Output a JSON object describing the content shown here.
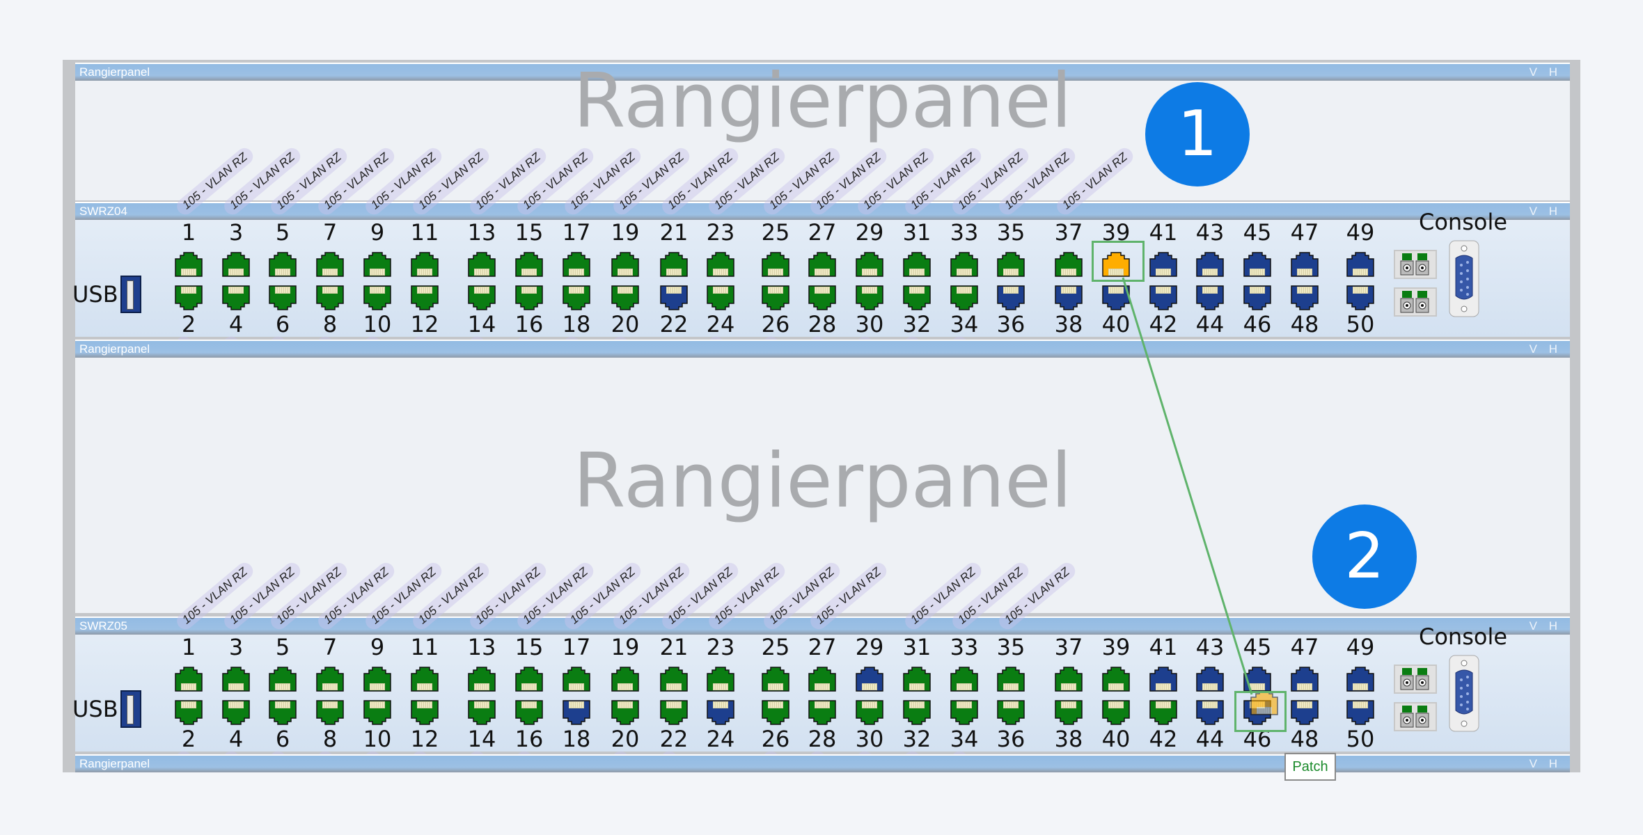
{
  "colors": {
    "green": "#0a7d12",
    "blue": "#1d3f8e",
    "orange": "#ffad00",
    "marker": "#0a78e6",
    "patch_line": "#5fb36b"
  },
  "panels": [
    {
      "kind": "patch",
      "title": "Rangierpanel",
      "watermark": "",
      "vh": "V H"
    },
    {
      "kind": "switch",
      "title": "SWRZ04",
      "vh": "V H"
    },
    {
      "kind": "patch",
      "title": "Rangierpanel",
      "watermark": "Rangierpanel",
      "vh": "V H"
    },
    {
      "kind": "switch",
      "title": "SWRZ05",
      "vh": "V H"
    },
    {
      "kind": "patch",
      "title": "Rangierpanel",
      "watermark": "",
      "vh": "V H"
    }
  ],
  "watermark_top": "Rangierpanel",
  "switches": [
    {
      "title": "SWRZ04",
      "usb_label": "USB",
      "console_label": "Console",
      "top_numbers": [
        1,
        3,
        5,
        7,
        9,
        11,
        13,
        15,
        17,
        19,
        21,
        23,
        25,
        27,
        29,
        31,
        33,
        35,
        37,
        39,
        41,
        43,
        45,
        47,
        49
      ],
      "bottom_numbers": [
        2,
        4,
        6,
        8,
        10,
        12,
        14,
        16,
        18,
        20,
        22,
        24,
        26,
        28,
        30,
        32,
        34,
        36,
        38,
        40,
        42,
        44,
        46,
        48,
        50
      ],
      "top_status": [
        "green",
        "green",
        "green",
        "green",
        "green",
        "green",
        "green",
        "green",
        "green",
        "green",
        "green",
        "green",
        "green",
        "green",
        "green",
        "green",
        "green",
        "green",
        "green",
        "orange",
        "blue",
        "blue",
        "blue",
        "blue",
        "blue"
      ],
      "bottom_status": [
        "green",
        "green",
        "green",
        "green",
        "green",
        "green",
        "green",
        "green",
        "green",
        "green",
        "blue",
        "green",
        "green",
        "green",
        "green",
        "green",
        "green",
        "blue",
        "blue",
        "blue",
        "blue",
        "blue",
        "blue",
        "blue",
        "blue"
      ],
      "label_text": "105 - VLAN RZ",
      "top_labeled_ports": [
        1,
        3,
        5,
        7,
        9,
        11,
        13,
        15,
        17,
        19,
        21,
        23,
        25,
        27,
        29,
        31,
        33,
        35,
        37
      ],
      "bottom_labeled_ports": [
        2,
        4,
        6,
        8,
        10,
        12,
        14,
        16,
        18,
        20,
        24,
        26,
        28,
        30,
        32,
        34
      ],
      "selected_port": 39
    },
    {
      "title": "SWRZ05",
      "usb_label": "USB",
      "console_label": "Console",
      "top_numbers": [
        1,
        3,
        5,
        7,
        9,
        11,
        13,
        15,
        17,
        19,
        21,
        23,
        25,
        27,
        29,
        31,
        33,
        35,
        37,
        39,
        41,
        43,
        45,
        47,
        49
      ],
      "bottom_numbers": [
        2,
        4,
        6,
        8,
        10,
        12,
        14,
        16,
        18,
        20,
        22,
        24,
        26,
        28,
        30,
        32,
        34,
        36,
        38,
        40,
        42,
        44,
        46,
        48,
        50
      ],
      "top_status": [
        "green",
        "green",
        "green",
        "green",
        "green",
        "green",
        "green",
        "green",
        "green",
        "green",
        "green",
        "green",
        "green",
        "green",
        "blue",
        "green",
        "green",
        "green",
        "green",
        "green",
        "blue",
        "blue",
        "blue",
        "blue",
        "blue"
      ],
      "bottom_status": [
        "green",
        "green",
        "green",
        "green",
        "green",
        "green",
        "green",
        "green",
        "blue",
        "green",
        "green",
        "blue",
        "green",
        "green",
        "green",
        "green",
        "green",
        "green",
        "green",
        "green",
        "green",
        "blue",
        "blue",
        "blue",
        "blue"
      ],
      "label_text": "105 - VLAN RZ",
      "top_labeled_ports": [
        1,
        3,
        5,
        7,
        9,
        11,
        13,
        15,
        17,
        19,
        21,
        23,
        25,
        27,
        31,
        33,
        35
      ],
      "bottom_labeled_ports": [
        2,
        4,
        6,
        8,
        10,
        12,
        14,
        16,
        20,
        22,
        26,
        28,
        30,
        32,
        34
      ],
      "drop_target_port": 46
    }
  ],
  "markers": [
    {
      "number": "1"
    },
    {
      "number": "2"
    }
  ],
  "tooltip": "Patch"
}
